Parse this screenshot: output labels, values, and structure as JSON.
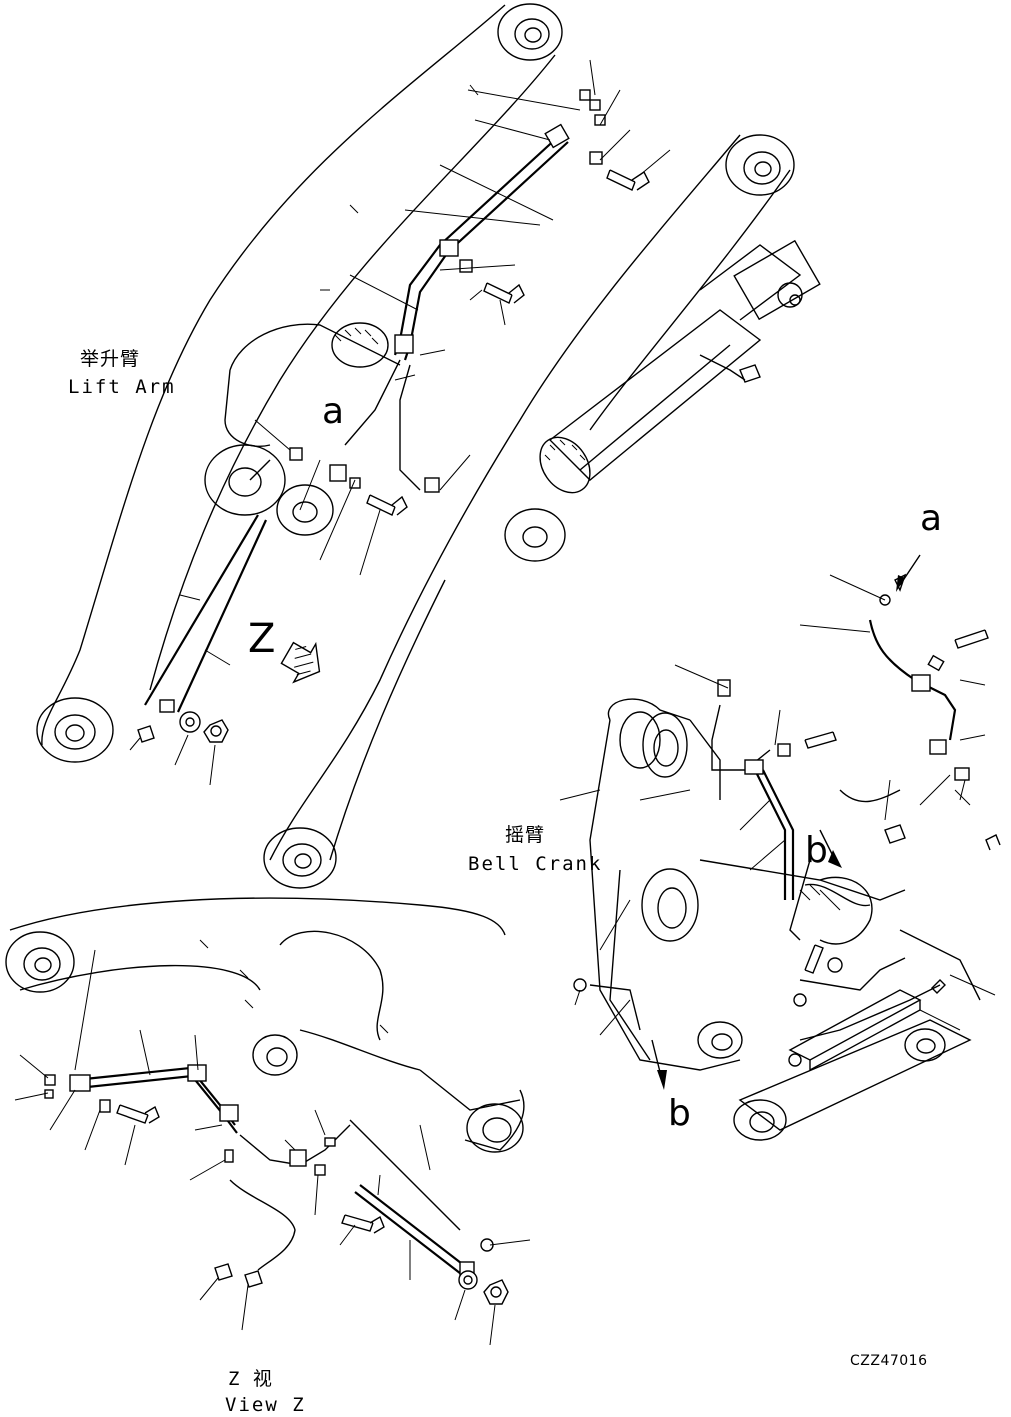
{
  "labels": {
    "lift_arm_cn": "举升臂",
    "lift_arm_en": "Lift Arm",
    "bell_crank_cn": "摇臂",
    "bell_crank_en": "Bell Crank",
    "view_z_cn": "Z  视",
    "view_z_en": "View Z",
    "view_arrow": "Z",
    "callout_a_main": "a",
    "callout_a_detail": "a",
    "callout_b_top": "b",
    "callout_b_bottom": "b",
    "drawing_code": "CZZ47016"
  },
  "colors": {
    "ink": "#000000",
    "paper": "#ffffff"
  },
  "icons": {
    "view_arrow": "hatched-arrow-icon",
    "hardware": [
      "bolt-icon",
      "nut-icon",
      "washer-icon",
      "clamp-icon",
      "grease-fitting-icon"
    ]
  }
}
